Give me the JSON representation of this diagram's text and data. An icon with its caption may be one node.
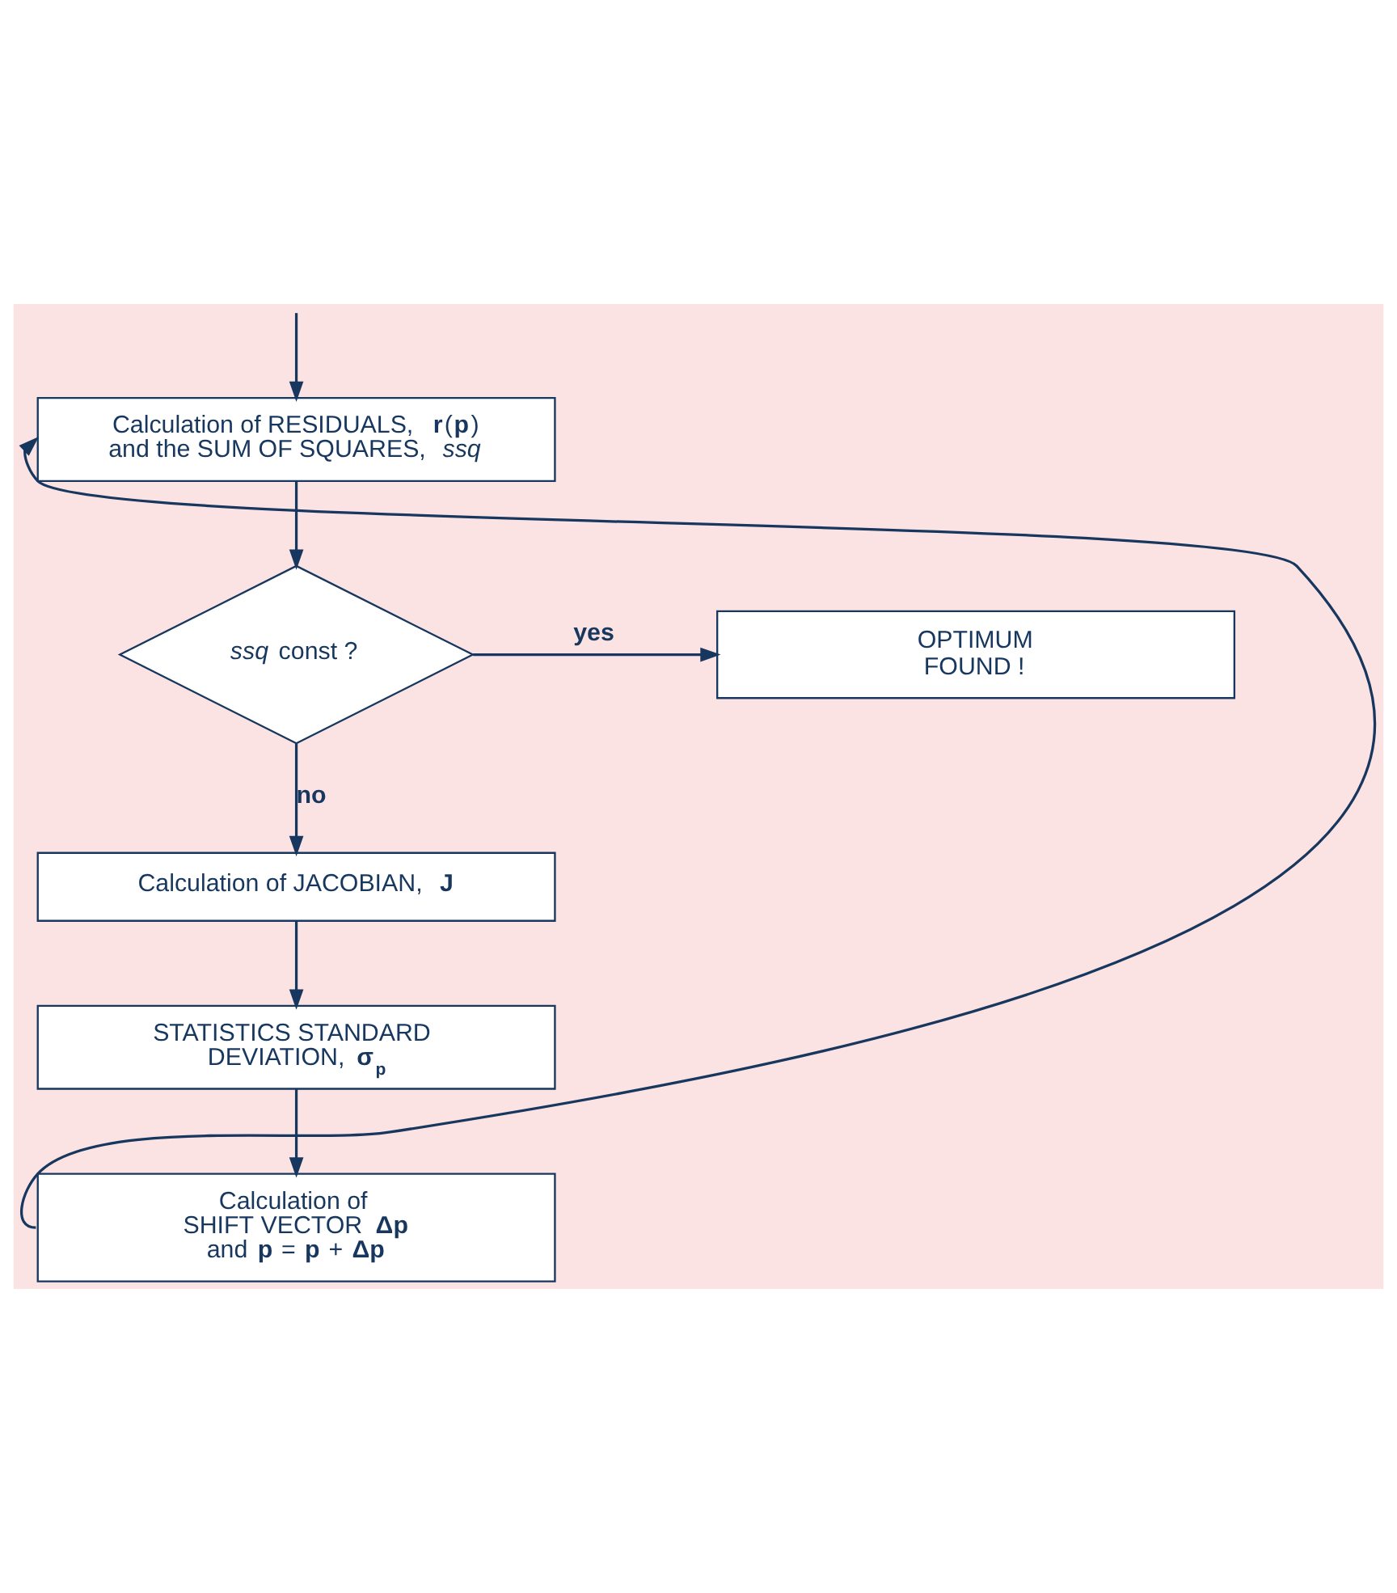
{
  "diagram": {
    "nodes": [
      {
        "text": [
          "Calculation of RESIDUALS, **r**(**p**) and the SUM OF SQUARES, *ssq*"
        ]
      },
      {
        "text": [
          "*ssq* const ?"
        ]
      },
      {
        "text": [
          "OPTIMUM FOUND !"
        ]
      },
      {
        "text": [
          "Calculation of JACOBIAN, **J**"
        ]
      },
      {
        "text": [
          "STATISTICS STANDARD DEVIATION, **σ$_{p}$**"
        ]
      },
      {
        "text": [
          "Calculation of SHIFT VECTOR **Δp** and **p** = **p** + **Δp**"
        ]
      }
    ],
    "edges": [
      {
        "from": null,
        "to": 0,
        "arrow": "to"
      },
      {
        "from": 0,
        "to": 1,
        "arrow": "to"
      },
      {
        "from": 1,
        "to": 2,
        "label": "yes",
        "arrow": "to"
      },
      {
        "from": 1,
        "to": 3,
        "label": "no",
        "arrow": "to"
      },
      {
        "from": 3,
        "to": 4,
        "arrow": "to"
      },
      {
        "from": 4,
        "to": 5,
        "arrow": "to"
      },
      {
        "from": 5,
        "to": 0,
        "arrow": "to"
      }
    ]
  }
}
